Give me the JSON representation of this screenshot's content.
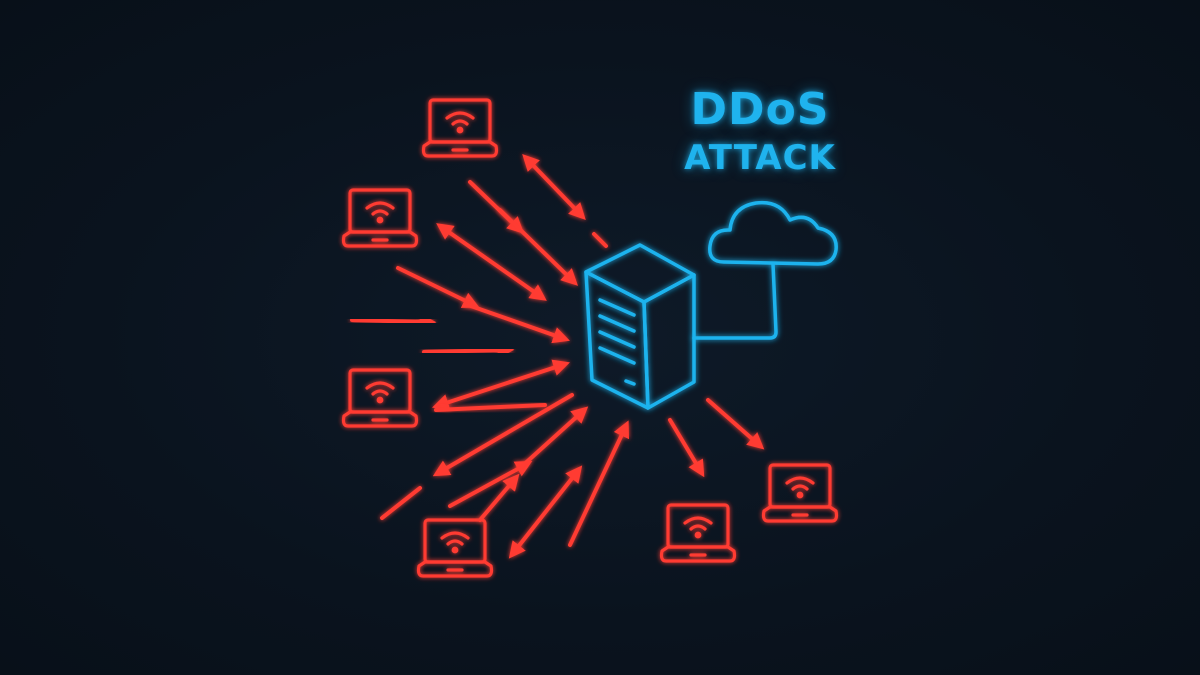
{
  "title": {
    "line1": "DDoS",
    "line2": "ATTACK"
  },
  "colors": {
    "background": "#0b1420",
    "attack_red": "#ff3b30",
    "server_blue": "#1fb3ee"
  },
  "icons": {
    "server": "server-icon",
    "cloud": "cloud-icon",
    "laptop": "laptop-wifi-icon",
    "arrow": "attack-arrow"
  }
}
